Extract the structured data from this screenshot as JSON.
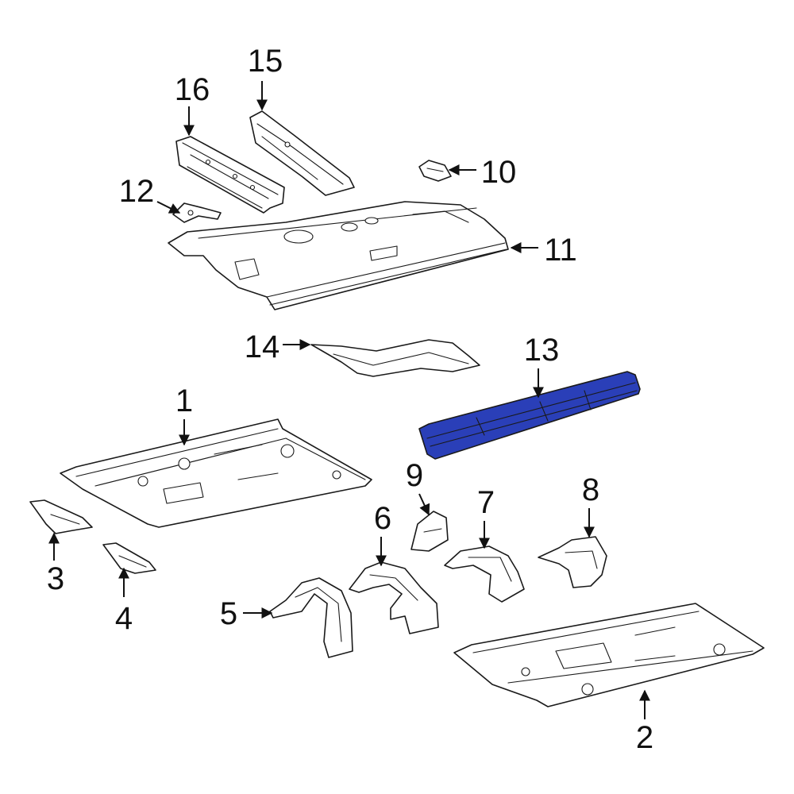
{
  "diagram": {
    "highlight_color": "#2a3fb8",
    "callouts": [
      {
        "id": "1",
        "label": "1"
      },
      {
        "id": "2",
        "label": "2"
      },
      {
        "id": "3",
        "label": "3"
      },
      {
        "id": "4",
        "label": "4"
      },
      {
        "id": "5",
        "label": "5"
      },
      {
        "id": "6",
        "label": "6"
      },
      {
        "id": "7",
        "label": "7"
      },
      {
        "id": "8",
        "label": "8"
      },
      {
        "id": "9",
        "label": "9"
      },
      {
        "id": "10",
        "label": "10"
      },
      {
        "id": "11",
        "label": "11"
      },
      {
        "id": "12",
        "label": "12"
      },
      {
        "id": "13",
        "label": "13"
      },
      {
        "id": "14",
        "label": "14"
      },
      {
        "id": "15",
        "label": "15"
      },
      {
        "id": "16",
        "label": "16"
      }
    ],
    "highlighted_part": "13"
  }
}
